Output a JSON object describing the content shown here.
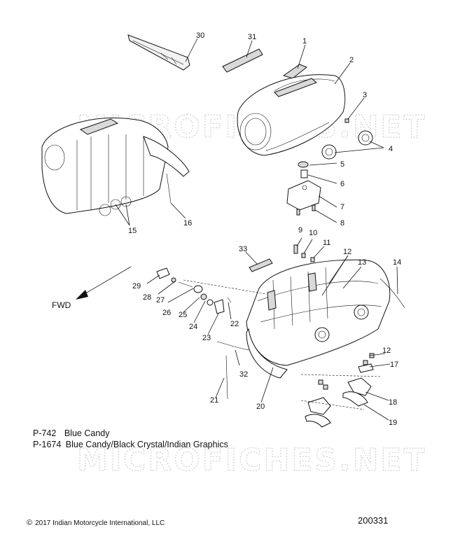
{
  "watermark": "MICROFICHES.NET",
  "direction_label": "FWD",
  "callouts": [
    {
      "id": "c1",
      "text": "1"
    },
    {
      "id": "c2",
      "text": "2"
    },
    {
      "id": "c3",
      "text": "3"
    },
    {
      "id": "c4",
      "text": "4"
    },
    {
      "id": "c5",
      "text": "5"
    },
    {
      "id": "c6",
      "text": "6"
    },
    {
      "id": "c7",
      "text": "7"
    },
    {
      "id": "c8",
      "text": "8"
    },
    {
      "id": "c9",
      "text": "9"
    },
    {
      "id": "c10",
      "text": "10"
    },
    {
      "id": "c11",
      "text": "11"
    },
    {
      "id": "c12a",
      "text": "12"
    },
    {
      "id": "c12b",
      "text": "12"
    },
    {
      "id": "c13",
      "text": "13"
    },
    {
      "id": "c14",
      "text": "14"
    },
    {
      "id": "c15",
      "text": "15"
    },
    {
      "id": "c16",
      "text": "16"
    },
    {
      "id": "c17",
      "text": "17"
    },
    {
      "id": "c18",
      "text": "18"
    },
    {
      "id": "c19",
      "text": "19"
    },
    {
      "id": "c20",
      "text": "20"
    },
    {
      "id": "c21",
      "text": "21"
    },
    {
      "id": "c22",
      "text": "22"
    },
    {
      "id": "c23",
      "text": "23"
    },
    {
      "id": "c24",
      "text": "24"
    },
    {
      "id": "c25",
      "text": "25"
    },
    {
      "id": "c26",
      "text": "26"
    },
    {
      "id": "c27",
      "text": "27"
    },
    {
      "id": "c28",
      "text": "28"
    },
    {
      "id": "c29",
      "text": "29"
    },
    {
      "id": "c30",
      "text": "30"
    },
    {
      "id": "c31",
      "text": "31"
    },
    {
      "id": "c32",
      "text": "32"
    },
    {
      "id": "c33",
      "text": "33"
    }
  ],
  "variants": [
    {
      "code": "P-742",
      "description": "Blue Candy"
    },
    {
      "code": "P-1674",
      "description": "Blue Candy/Black Crystal/Indian Graphics"
    }
  ],
  "copyright": "2017 Indian Motorcycle International, LLC",
  "document_number": "200331"
}
